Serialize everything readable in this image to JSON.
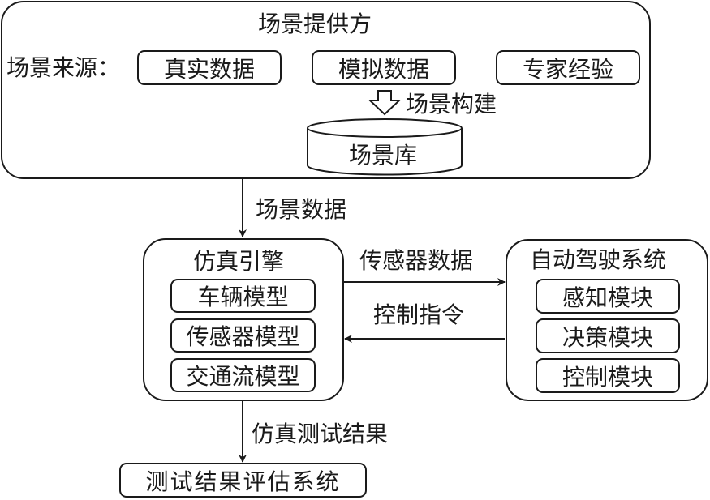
{
  "diagram": {
    "provider": {
      "title": "场景提供方",
      "sources_label": "场景来源：",
      "sources": [
        "真实数据",
        "模拟数据",
        "专家经验"
      ],
      "build_label": "场景构建",
      "library": "场景库"
    },
    "edges": {
      "scene_data": "场景数据",
      "sensor_data": "传感器数据",
      "control_commands": "控制指令",
      "sim_results": "仿真测试结果"
    },
    "sim_engine": {
      "title": "仿真引擎",
      "models": [
        "车辆模型",
        "传感器模型",
        "交通流模型"
      ]
    },
    "ads": {
      "title": "自动驾驶系统",
      "modules": [
        "感知模块",
        "决策模块",
        "控制模块"
      ]
    },
    "evaluation": {
      "title": "测试结果评估系统"
    }
  }
}
